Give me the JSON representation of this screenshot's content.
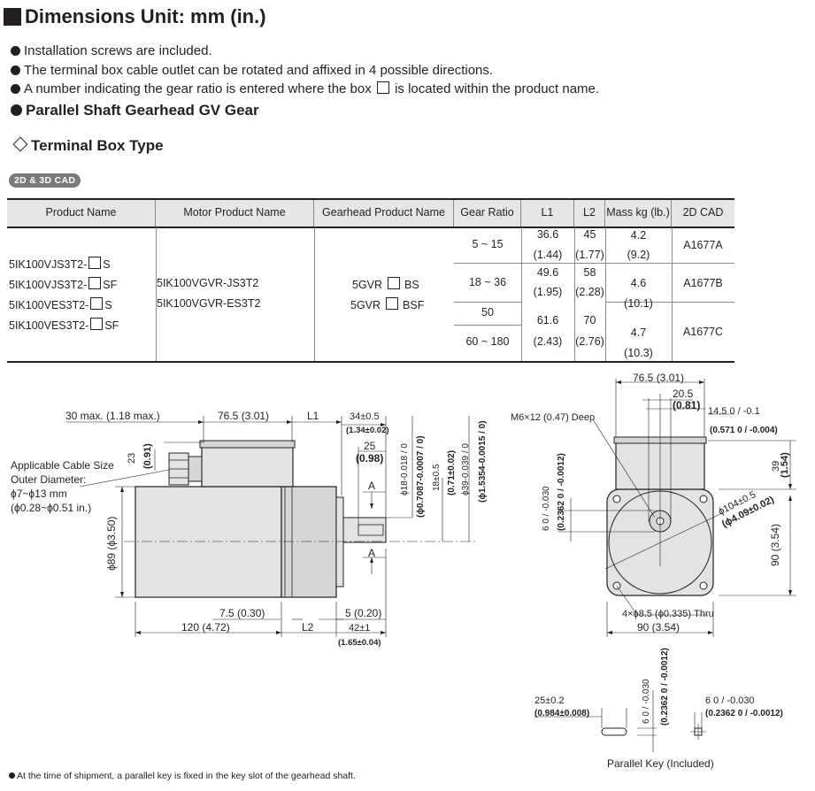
{
  "title": "Dimensions Unit: mm (in.)",
  "bullets": [
    "Installation screws are included.",
    "The terminal box cable outlet can be rotated and affixed in 4 possible directions.",
    {
      "before": "A number indicating the gear ratio is entered where the box",
      "after": "is located within the product name."
    }
  ],
  "section_title": "Parallel Shaft Gearhead GV Gear",
  "subsection_title": "Terminal Box Type",
  "cad_badge": "2D & 3D CAD",
  "table": {
    "headers": [
      "Product Name",
      "Motor Product Name",
      "Gearhead Product Name",
      "Gear Ratio",
      "L1",
      "L2",
      "Mass kg (lb.)",
      "2D CAD"
    ],
    "products": [
      {
        "prefix": "5IK100VJS3T2-",
        "suffix": "S"
      },
      {
        "prefix": "5IK100VJS3T2-",
        "suffix": "SF"
      },
      {
        "prefix": "5IK100VES3T2-",
        "suffix": "S"
      },
      {
        "prefix": "5IK100VES3T2-",
        "suffix": "SF"
      }
    ],
    "motors": [
      "5IK100VGVR-JS3T2",
      "5IK100VGVR-ES3T2"
    ],
    "gearheads": [
      {
        "prefix": "5GVR",
        "suffix": "BS"
      },
      {
        "prefix": "5GVR",
        "suffix": "BSF"
      }
    ],
    "gear_ratios": [
      "5 ~ 15",
      "18 ~ 36",
      "50",
      "60 ~ 180"
    ],
    "l1": [
      {
        "mm": "36.6",
        "in": "(1.44)"
      },
      {
        "mm": "49.6",
        "in": "(1.95)"
      },
      {
        "mm": "61.6",
        "in": "(2.43)"
      }
    ],
    "l2": [
      {
        "mm": "45",
        "in": "(1.77)"
      },
      {
        "mm": "58",
        "in": "(2.28)"
      },
      {
        "mm": "70",
        "in": "(2.76)"
      }
    ],
    "mass": [
      {
        "kg": "4.2",
        "lb": "(9.2)"
      },
      {
        "kg": "4.6",
        "lb": "(10.1)"
      },
      {
        "kg": "4.7",
        "lb": "(10.3)"
      }
    ],
    "cad": [
      "A1677A",
      "A1677B",
      "A1677C"
    ]
  },
  "drawing": {
    "side": {
      "d_30max": "30 max. (1.18 max.)",
      "d_765": "76.5 (3.01)",
      "l1": "L1",
      "d_34": "34±0.5",
      "d_134": "(1.34±0.02)",
      "d_25": "25",
      "d_098": "(0.98)",
      "d_23": "23",
      "d_091": "(0.91)",
      "cable_label_1": "Applicable Cable Size",
      "cable_label_2": "Outer Diameter:",
      "cable_label_3": "ϕ7~ϕ13 mm",
      "cable_label_4": "(ϕ0.28~ϕ0.51 in.)",
      "section_a": "A",
      "shaft_d18": "ϕ18-0.018 / 0",
      "shaft_d07087": "(ϕ0.7087-0.0007 / 0)",
      "d_18": "18±0.5",
      "d_071": "(0.71±0.02)",
      "d_39": "ϕ39-0.039 / 0",
      "d_15354": "(ϕ1.5354-0.0015 / 0)",
      "d_89": "ϕ89 (ϕ3.50)",
      "d_75": "7.5 (0.30)",
      "d_5": "5 (0.20)",
      "d_120": "120 (4.72)",
      "l2": "L2",
      "d_42": "42±1",
      "d_165": "(1.65±0.04)"
    },
    "front": {
      "d_765": "76.5 (3.01)",
      "d_205": "20.5",
      "d_081": "(0.81)",
      "d_145": "14.5 0 / -0.1",
      "d_0571": "(0.571 0 / -0.004)",
      "m6": "M6×12 (0.47) Deep",
      "d_6": "6 0 / -0.030",
      "d_02362": "(0.2362 0 / -0.0012)",
      "d_104": "ϕ104±0.5",
      "d_409": "(ϕ4.09±0.02)",
      "d_39": "39",
      "d_154": "(1.54)",
      "d_90v": "90 (3.54)",
      "holes": "4×ϕ8.5 (ϕ0.335) Thru",
      "d_90h": "90 (3.54)"
    },
    "key": {
      "d_25": "25±0.2",
      "d_0984": "(0.984±0.008)",
      "d_6": "6 0 / -0.030",
      "d_02362": "(0.2362 0 / -0.0012)",
      "d_6b": "6 0 / -0.030",
      "d_02362b": "(0.2362 0 / -0.0012)",
      "caption": "Parallel Key (Included)"
    }
  },
  "footnote": "At the time of shipment, a parallel key is fixed in the key slot of the gearhead shaft."
}
